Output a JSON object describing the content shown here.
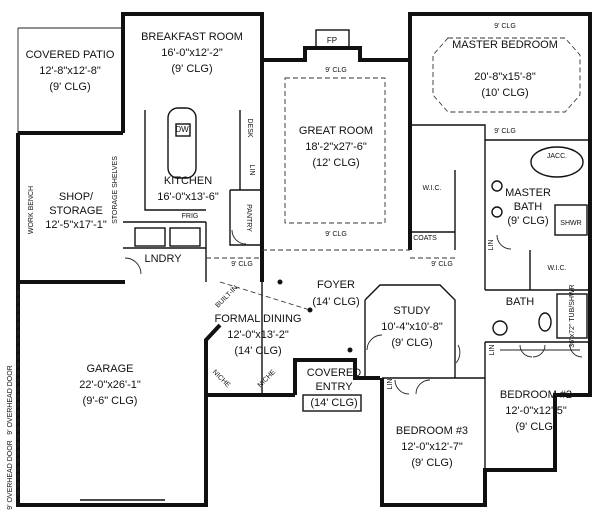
{
  "rooms": {
    "covered_patio": {
      "name": "COVERED PATIO",
      "dim": "12'-8\"x12'-8\"",
      "clg": "(9' CLG)"
    },
    "breakfast_room": {
      "name": "BREAKFAST ROOM",
      "dim": "16'-0\"x12'-2\"",
      "clg": "(9' CLG)"
    },
    "master_bedroom": {
      "name": "MASTER BEDROOM",
      "dim": "20'-8\"x15'-8\"",
      "clg": "(10' CLG)"
    },
    "great_room": {
      "name": "GREAT ROOM",
      "dim": "18'-2\"x27'-6\"",
      "clg": "(12' CLG)"
    },
    "kitchen": {
      "name": "KITCHEN",
      "dim": "16'-0\"x13'-6\""
    },
    "shop_storage": {
      "name1": "SHOP/",
      "name2": "STORAGE",
      "dim": "12'-5\"x17'-1\""
    },
    "master_bath": {
      "name1": "MASTER",
      "name2": "BATH",
      "clg": "(9' CLG)"
    },
    "foyer": {
      "name": "FOYER",
      "clg": "(14' CLG)"
    },
    "study": {
      "name": "STUDY",
      "dim": "10'-4\"x10'-8\"",
      "clg": "(9' CLG)"
    },
    "formal_dining": {
      "name": "FORMAL DINING",
      "dim": "12'-0\"x13'-2\"",
      "clg": "(14' CLG)"
    },
    "covered_entry": {
      "name1": "COVERED",
      "name2": "ENTRY",
      "clg": "(14' CLG)"
    },
    "garage": {
      "name": "GARAGE",
      "dim": "22'-0\"x26'-1\"",
      "clg": "(9'-6\" CLG)"
    },
    "bedroom2": {
      "name": "BEDROOM #2",
      "dim": "12'-0\"x12'-5\"",
      "clg": "(9' CLG)"
    },
    "bedroom3": {
      "name": "BEDROOM #3",
      "dim": "12'-0\"x12'-7\"",
      "clg": "(9' CLG)"
    },
    "bath": {
      "name": "BATH"
    },
    "lndry": {
      "name": "LNDRY"
    }
  },
  "labels": {
    "fp": "FP",
    "dw": "DW",
    "desk": "DESK",
    "frig": "FRIG",
    "lin": "LIN",
    "pantry": "PANTRY",
    "storage_shelves": "STORAGE SHELVES",
    "work_bench": "WORK BENCH",
    "wic": "W.I.C.",
    "coats": "COATS",
    "jacc": "JACC.",
    "shwr": "SHWR",
    "tub_shwr": "36\"x72\" TUB/SHWR",
    "built_in": "BUILT-IN",
    "niche": "NICHE",
    "overhead_door": "9' OVERHEAD DOOR",
    "clg9": "9' CLG"
  }
}
